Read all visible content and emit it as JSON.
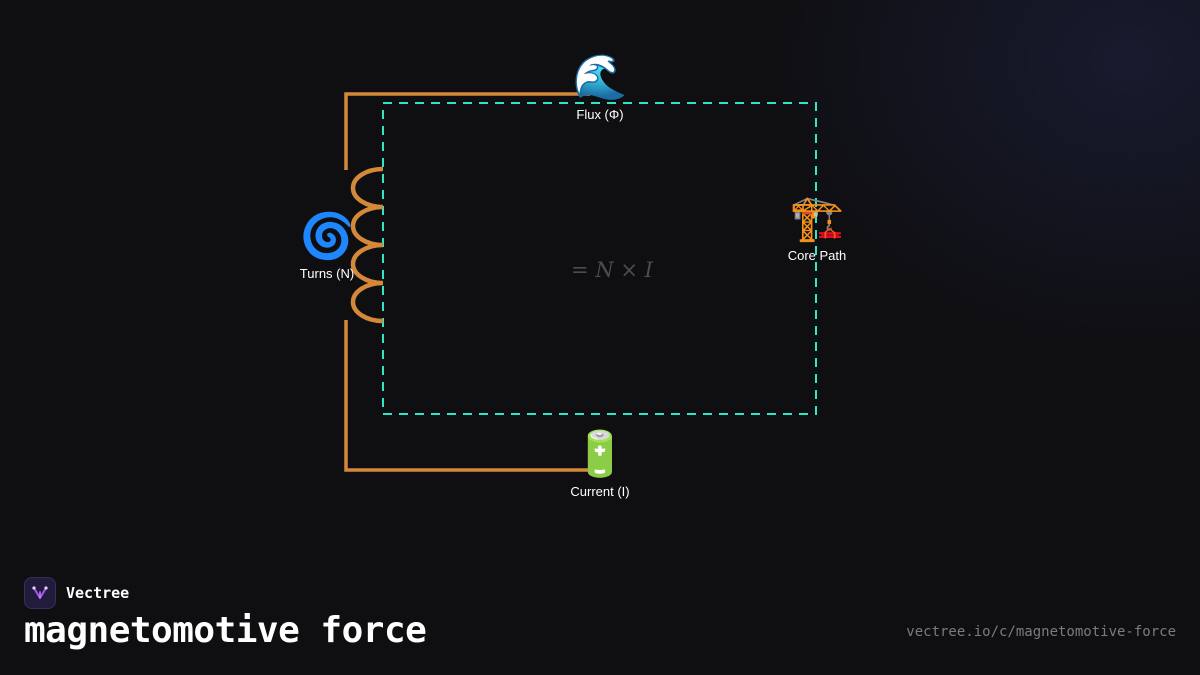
{
  "diagram": {
    "nodes": {
      "flux": {
        "icon": "🌊",
        "icon_name": "wave-icon",
        "label": "Flux (Φ)"
      },
      "turns": {
        "icon": "🌀",
        "icon_name": "spiral-icon",
        "label": "Turns (N)"
      },
      "core": {
        "icon": "🏗️",
        "icon_name": "construction-crane-icon",
        "label": "Core Path"
      },
      "current": {
        "icon": "🔋",
        "icon_name": "battery-icon",
        "label": "Current (I)"
      }
    },
    "formula": "= N × I"
  },
  "colors": {
    "background": "#0f0f12",
    "wire": "#d4883a",
    "flux_path": "#2ee6c8",
    "formula": "#4b4b55",
    "accent": "#a855f7"
  },
  "footer": {
    "brand": "Vectree",
    "title": "magnetomotive force",
    "url": "vectree.io/c/magnetomotive-force"
  }
}
